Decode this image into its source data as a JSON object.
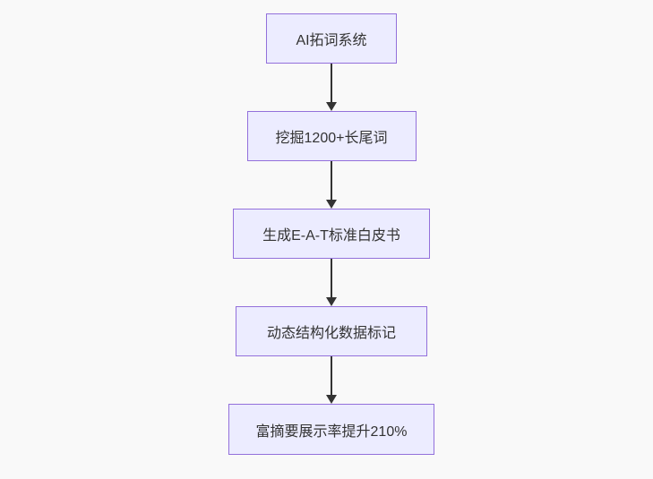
{
  "diagram": {
    "type": "flowchart",
    "direction": "top-down",
    "nodes": [
      {
        "label": "AI拓词系统"
      },
      {
        "label": "挖掘1200+长尾词"
      },
      {
        "label": "生成E-A-T标准白皮书"
      },
      {
        "label": "动态结构化数据标记"
      },
      {
        "label": "富摘要展示率提升210%"
      }
    ],
    "edges": [
      {
        "from": 0,
        "to": 1
      },
      {
        "from": 1,
        "to": 2
      },
      {
        "from": 2,
        "to": 3
      },
      {
        "from": 3,
        "to": 4
      }
    ]
  },
  "colors": {
    "background": "#f9f9f9",
    "node_fill": "#ececff",
    "node_border": "#9370db",
    "arrow": "#333333",
    "text": "#333333"
  }
}
